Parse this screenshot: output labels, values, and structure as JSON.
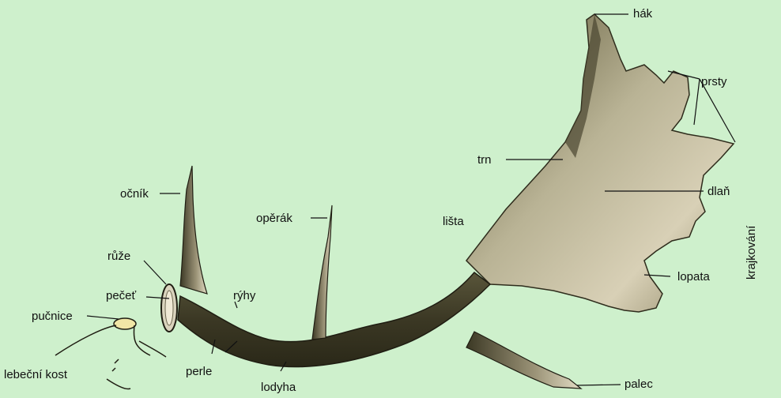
{
  "labels": {
    "hak": "hák",
    "prsty": "prsty",
    "trn": "trn",
    "dlan": "dlaň",
    "krajkovani": "krajkování",
    "lista": "lišta",
    "ocnik": "očník",
    "operak": "opěrák",
    "ruze": "růže",
    "pecet": "pečeť",
    "ryhy": "rýhy",
    "pucnice": "pučnice",
    "lebecni_kost": "lebeční kost",
    "perle": "perle",
    "lodyha": "lodyha",
    "lopata": "lopata",
    "palec": "palec"
  },
  "colors": {
    "background": "#cef0cc",
    "antler_dark": "#3d3a24",
    "antler_light": "#c9c2a4",
    "leader_line": "#111111"
  }
}
